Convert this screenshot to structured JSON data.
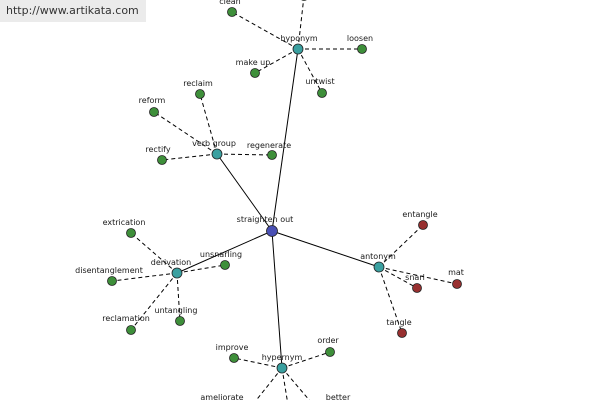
{
  "watermark": "http://www.artikata.com",
  "colors": {
    "center": "#4a50b4",
    "relation": "#3aa0a0",
    "word": "#3e8f3a",
    "antonym_word": "#983030"
  },
  "nodes": {
    "center": {
      "label": "straighten out",
      "kind": "center"
    },
    "hyponym": {
      "label": "hyponym",
      "kind": "relation"
    },
    "verb_group": {
      "label": "verb group",
      "kind": "relation"
    },
    "derivation": {
      "label": "derivation",
      "kind": "relation"
    },
    "antonym": {
      "label": "antonym",
      "kind": "relation"
    },
    "hypernym": {
      "label": "hypernym",
      "kind": "relation"
    },
    "clean": {
      "label": "clean",
      "kind": "word"
    },
    "hypo_extra": {
      "label": "",
      "kind": "word"
    },
    "loosen": {
      "label": "loosen",
      "kind": "word"
    },
    "make_up": {
      "label": "make up",
      "kind": "word"
    },
    "untwist": {
      "label": "untwist",
      "kind": "word"
    },
    "reclaim": {
      "label": "reclaim",
      "kind": "word"
    },
    "reform": {
      "label": "reform",
      "kind": "word"
    },
    "rectify": {
      "label": "rectify",
      "kind": "word"
    },
    "regenerate": {
      "label": "regenerate",
      "kind": "word"
    },
    "extrication": {
      "label": "extrication",
      "kind": "word"
    },
    "unsnarling": {
      "label": "unsnarling",
      "kind": "word"
    },
    "disentanglement": {
      "label": "disentanglement",
      "kind": "word"
    },
    "reclamation": {
      "label": "reclamation",
      "kind": "word"
    },
    "untangling": {
      "label": "untangling",
      "kind": "word"
    },
    "entangle": {
      "label": "entangle",
      "kind": "antonym_word"
    },
    "snarl": {
      "label": "snarl",
      "kind": "antonym_word"
    },
    "mat": {
      "label": "mat",
      "kind": "antonym_word"
    },
    "tangle": {
      "label": "tangle",
      "kind": "antonym_word"
    },
    "improve": {
      "label": "improve",
      "kind": "word"
    },
    "order": {
      "label": "order",
      "kind": "word"
    },
    "ameliorate": {
      "label": "ameliorate",
      "kind": "word"
    },
    "better": {
      "label": "better",
      "kind": "word"
    }
  },
  "edges": [
    {
      "from": "center",
      "to": "hyponym",
      "style": "solid"
    },
    {
      "from": "center",
      "to": "verb_group",
      "style": "solid"
    },
    {
      "from": "center",
      "to": "derivation",
      "style": "solid"
    },
    {
      "from": "center",
      "to": "antonym",
      "style": "solid"
    },
    {
      "from": "center",
      "to": "hypernym",
      "style": "solid"
    },
    {
      "from": "hyponym",
      "to": "clean",
      "style": "dashed"
    },
    {
      "from": "hyponym",
      "to": "hypo_extra",
      "style": "dashed"
    },
    {
      "from": "hyponym",
      "to": "loosen",
      "style": "dashed"
    },
    {
      "from": "hyponym",
      "to": "make_up",
      "style": "dashed"
    },
    {
      "from": "hyponym",
      "to": "untwist",
      "style": "dashed"
    },
    {
      "from": "verb_group",
      "to": "reclaim",
      "style": "dashed"
    },
    {
      "from": "verb_group",
      "to": "reform",
      "style": "dashed"
    },
    {
      "from": "verb_group",
      "to": "rectify",
      "style": "dashed"
    },
    {
      "from": "verb_group",
      "to": "regenerate",
      "style": "dashed"
    },
    {
      "from": "derivation",
      "to": "extrication",
      "style": "dashed"
    },
    {
      "from": "derivation",
      "to": "unsnarling",
      "style": "dashed"
    },
    {
      "from": "derivation",
      "to": "disentanglement",
      "style": "dashed"
    },
    {
      "from": "derivation",
      "to": "reclamation",
      "style": "dashed"
    },
    {
      "from": "derivation",
      "to": "untangling",
      "style": "dashed"
    },
    {
      "from": "antonym",
      "to": "entangle",
      "style": "dashed"
    },
    {
      "from": "antonym",
      "to": "snarl",
      "style": "dashed"
    },
    {
      "from": "antonym",
      "to": "mat",
      "style": "dashed"
    },
    {
      "from": "antonym",
      "to": "tangle",
      "style": "dashed"
    },
    {
      "from": "hypernym",
      "to": "improve",
      "style": "dashed"
    },
    {
      "from": "hypernym",
      "to": "order",
      "style": "dashed"
    },
    {
      "from": "hypernym",
      "to": "ameliorate",
      "style": "dashed"
    },
    {
      "from": "hypernym",
      "to": "better",
      "style": "dashed"
    }
  ]
}
